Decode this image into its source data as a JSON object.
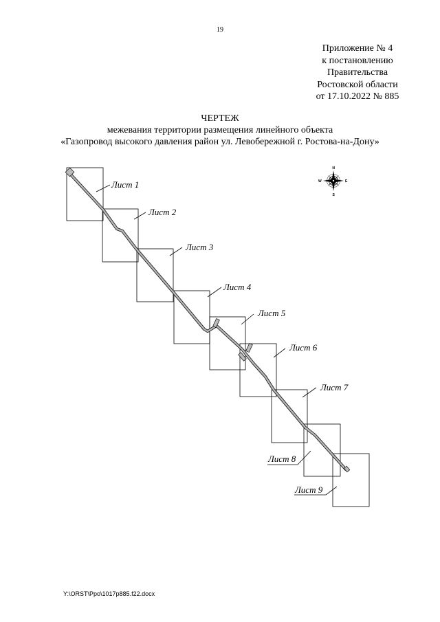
{
  "page": {
    "number": "19"
  },
  "appendix": {
    "lines": [
      "Приложение № 4",
      "к постановлению",
      "Правительства",
      "Ростовской области",
      "от 17.10.2022 № 885"
    ]
  },
  "title": {
    "heading": "ЧЕРТЕЖ",
    "subtitle_1": "межевания территории размещения линейного объекта",
    "subtitle_2": "«Газопровод высокого давления район ул. Левобережной г. Ростова-на-Дону»"
  },
  "compass": {
    "north": "N",
    "south": "S",
    "west": "W",
    "east": "E"
  },
  "sheets": [
    {
      "label": "Лист 1"
    },
    {
      "label": "Лист 2"
    },
    {
      "label": "Лист 3"
    },
    {
      "label": "Лист 4"
    },
    {
      "label": "Лист 5"
    },
    {
      "label": "Лист 6"
    },
    {
      "label": "Лист 7"
    },
    {
      "label": "Лист 8"
    },
    {
      "label": "Лист 9"
    }
  ],
  "footer": {
    "path": "Y:\\ORST\\Ppo\\1017p885.f22.docx"
  }
}
